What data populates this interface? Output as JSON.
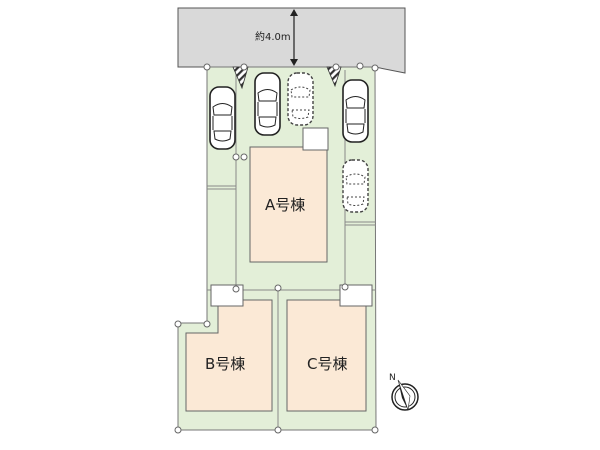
{
  "road": {
    "width_label": "約4.0m"
  },
  "buildings": [
    {
      "id": "A",
      "label": "A号棟"
    },
    {
      "id": "B",
      "label": "B号棟"
    },
    {
      "id": "C",
      "label": "C号棟"
    }
  ],
  "compass": {
    "label": "N"
  },
  "colors": {
    "road": "#d9d9d9",
    "lot": "#e3efd8",
    "building": "#fbe9d6",
    "line": "#666666"
  }
}
